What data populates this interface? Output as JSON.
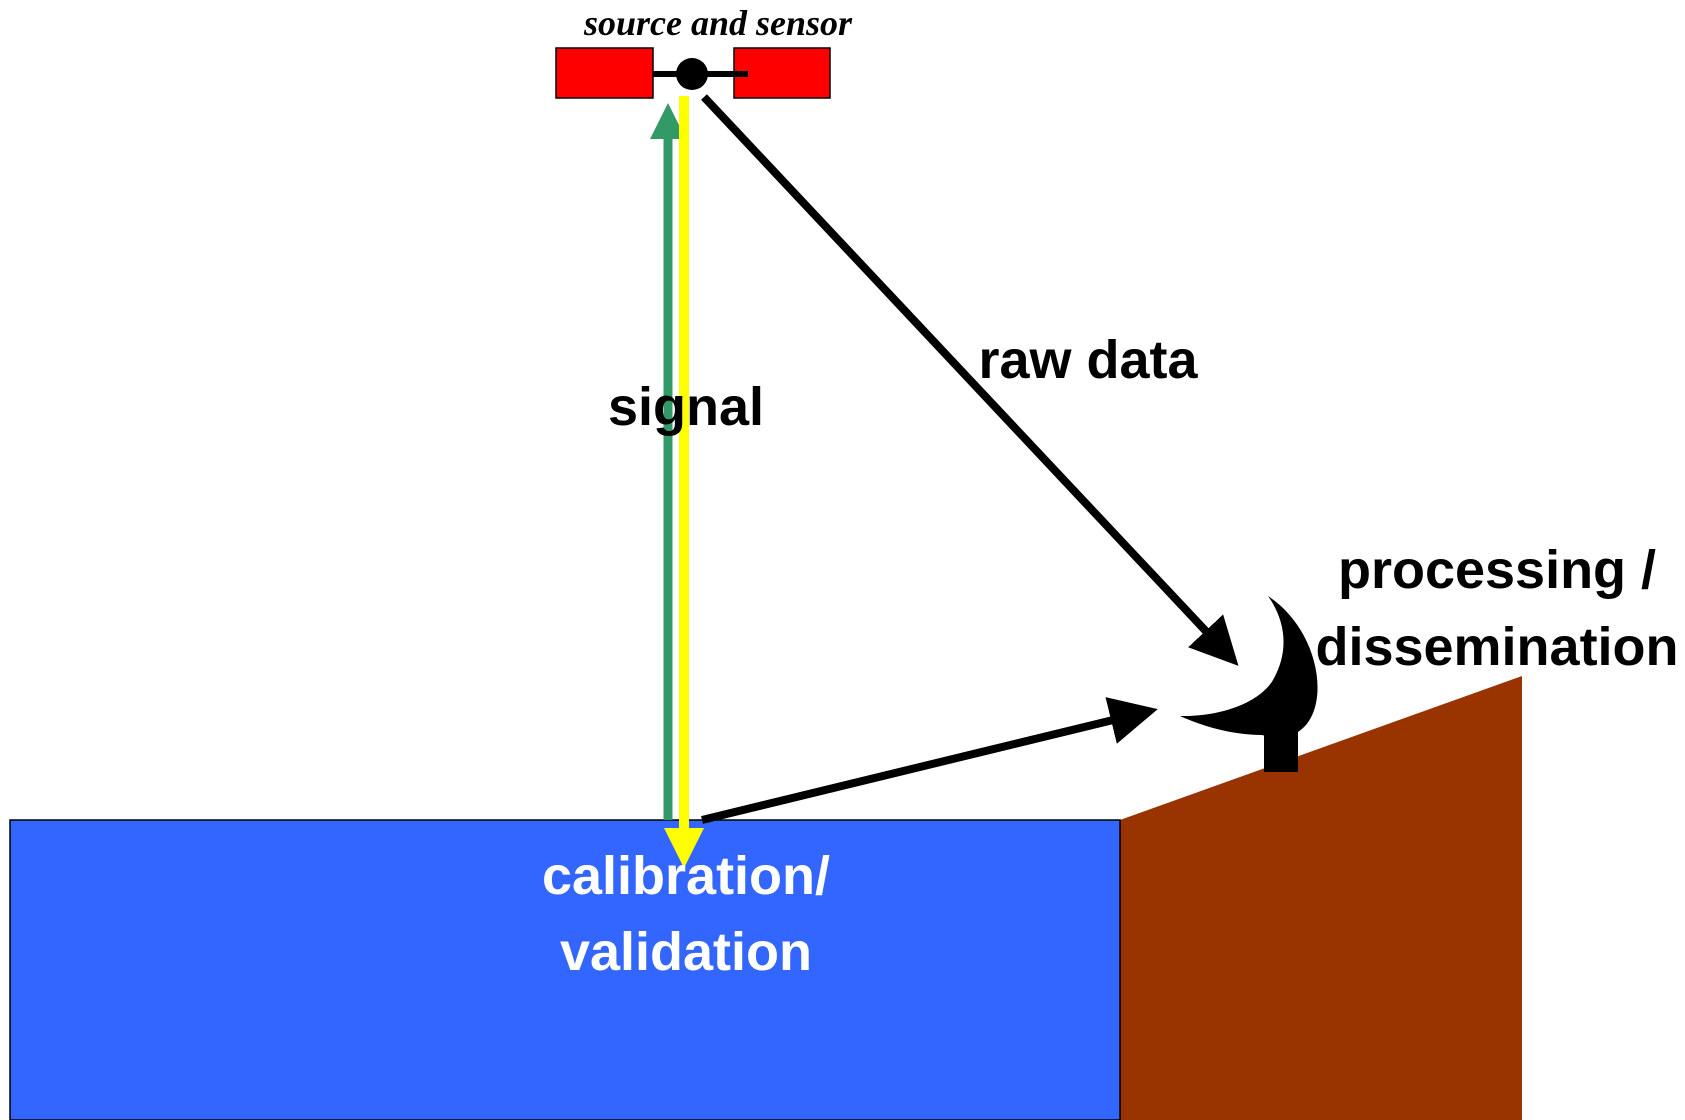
{
  "labels": {
    "sensor": "source and sensor",
    "signal": "signal",
    "raw_data": "raw data",
    "processing_line1": "processing /",
    "processing_line2": "dissemination",
    "calval_line1": "calibration/",
    "calval_line2": "validation"
  },
  "colors": {
    "ocean": "#3366ff",
    "land": "#993300",
    "satellite_panel": "#ff0000",
    "signal_up": "#339966",
    "signal_down": "#ffff00",
    "arrow": "#000000",
    "calval_text": "#ffffff"
  },
  "icons": {
    "satellite": "satellite-icon",
    "dish": "ground-station-dish-icon"
  }
}
